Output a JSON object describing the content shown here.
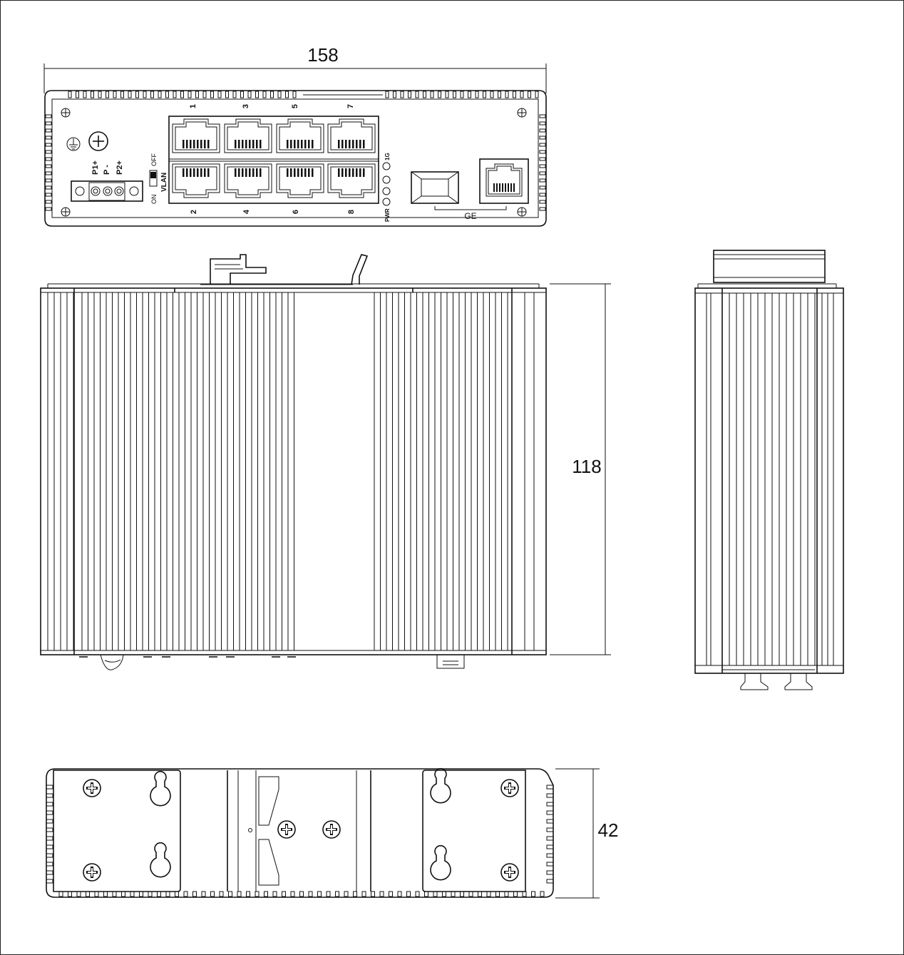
{
  "dimensions": {
    "width": "158",
    "height": "118",
    "depth": "42"
  },
  "front_panel": {
    "port_top_labels": [
      "1",
      "3",
      "5",
      "7"
    ],
    "port_bottom_labels": [
      "2",
      "4",
      "6",
      "8"
    ],
    "power_labels": [
      "P1+",
      "P -",
      "P2+"
    ],
    "switch_labels": {
      "off": "OFF",
      "on": "ON",
      "name": "VLAN"
    },
    "led_labels": {
      "gig": "1G",
      "power": "PWR"
    },
    "uplink_label": "GE"
  },
  "colors": {
    "line": "#111111",
    "background": "#ffffff"
  }
}
